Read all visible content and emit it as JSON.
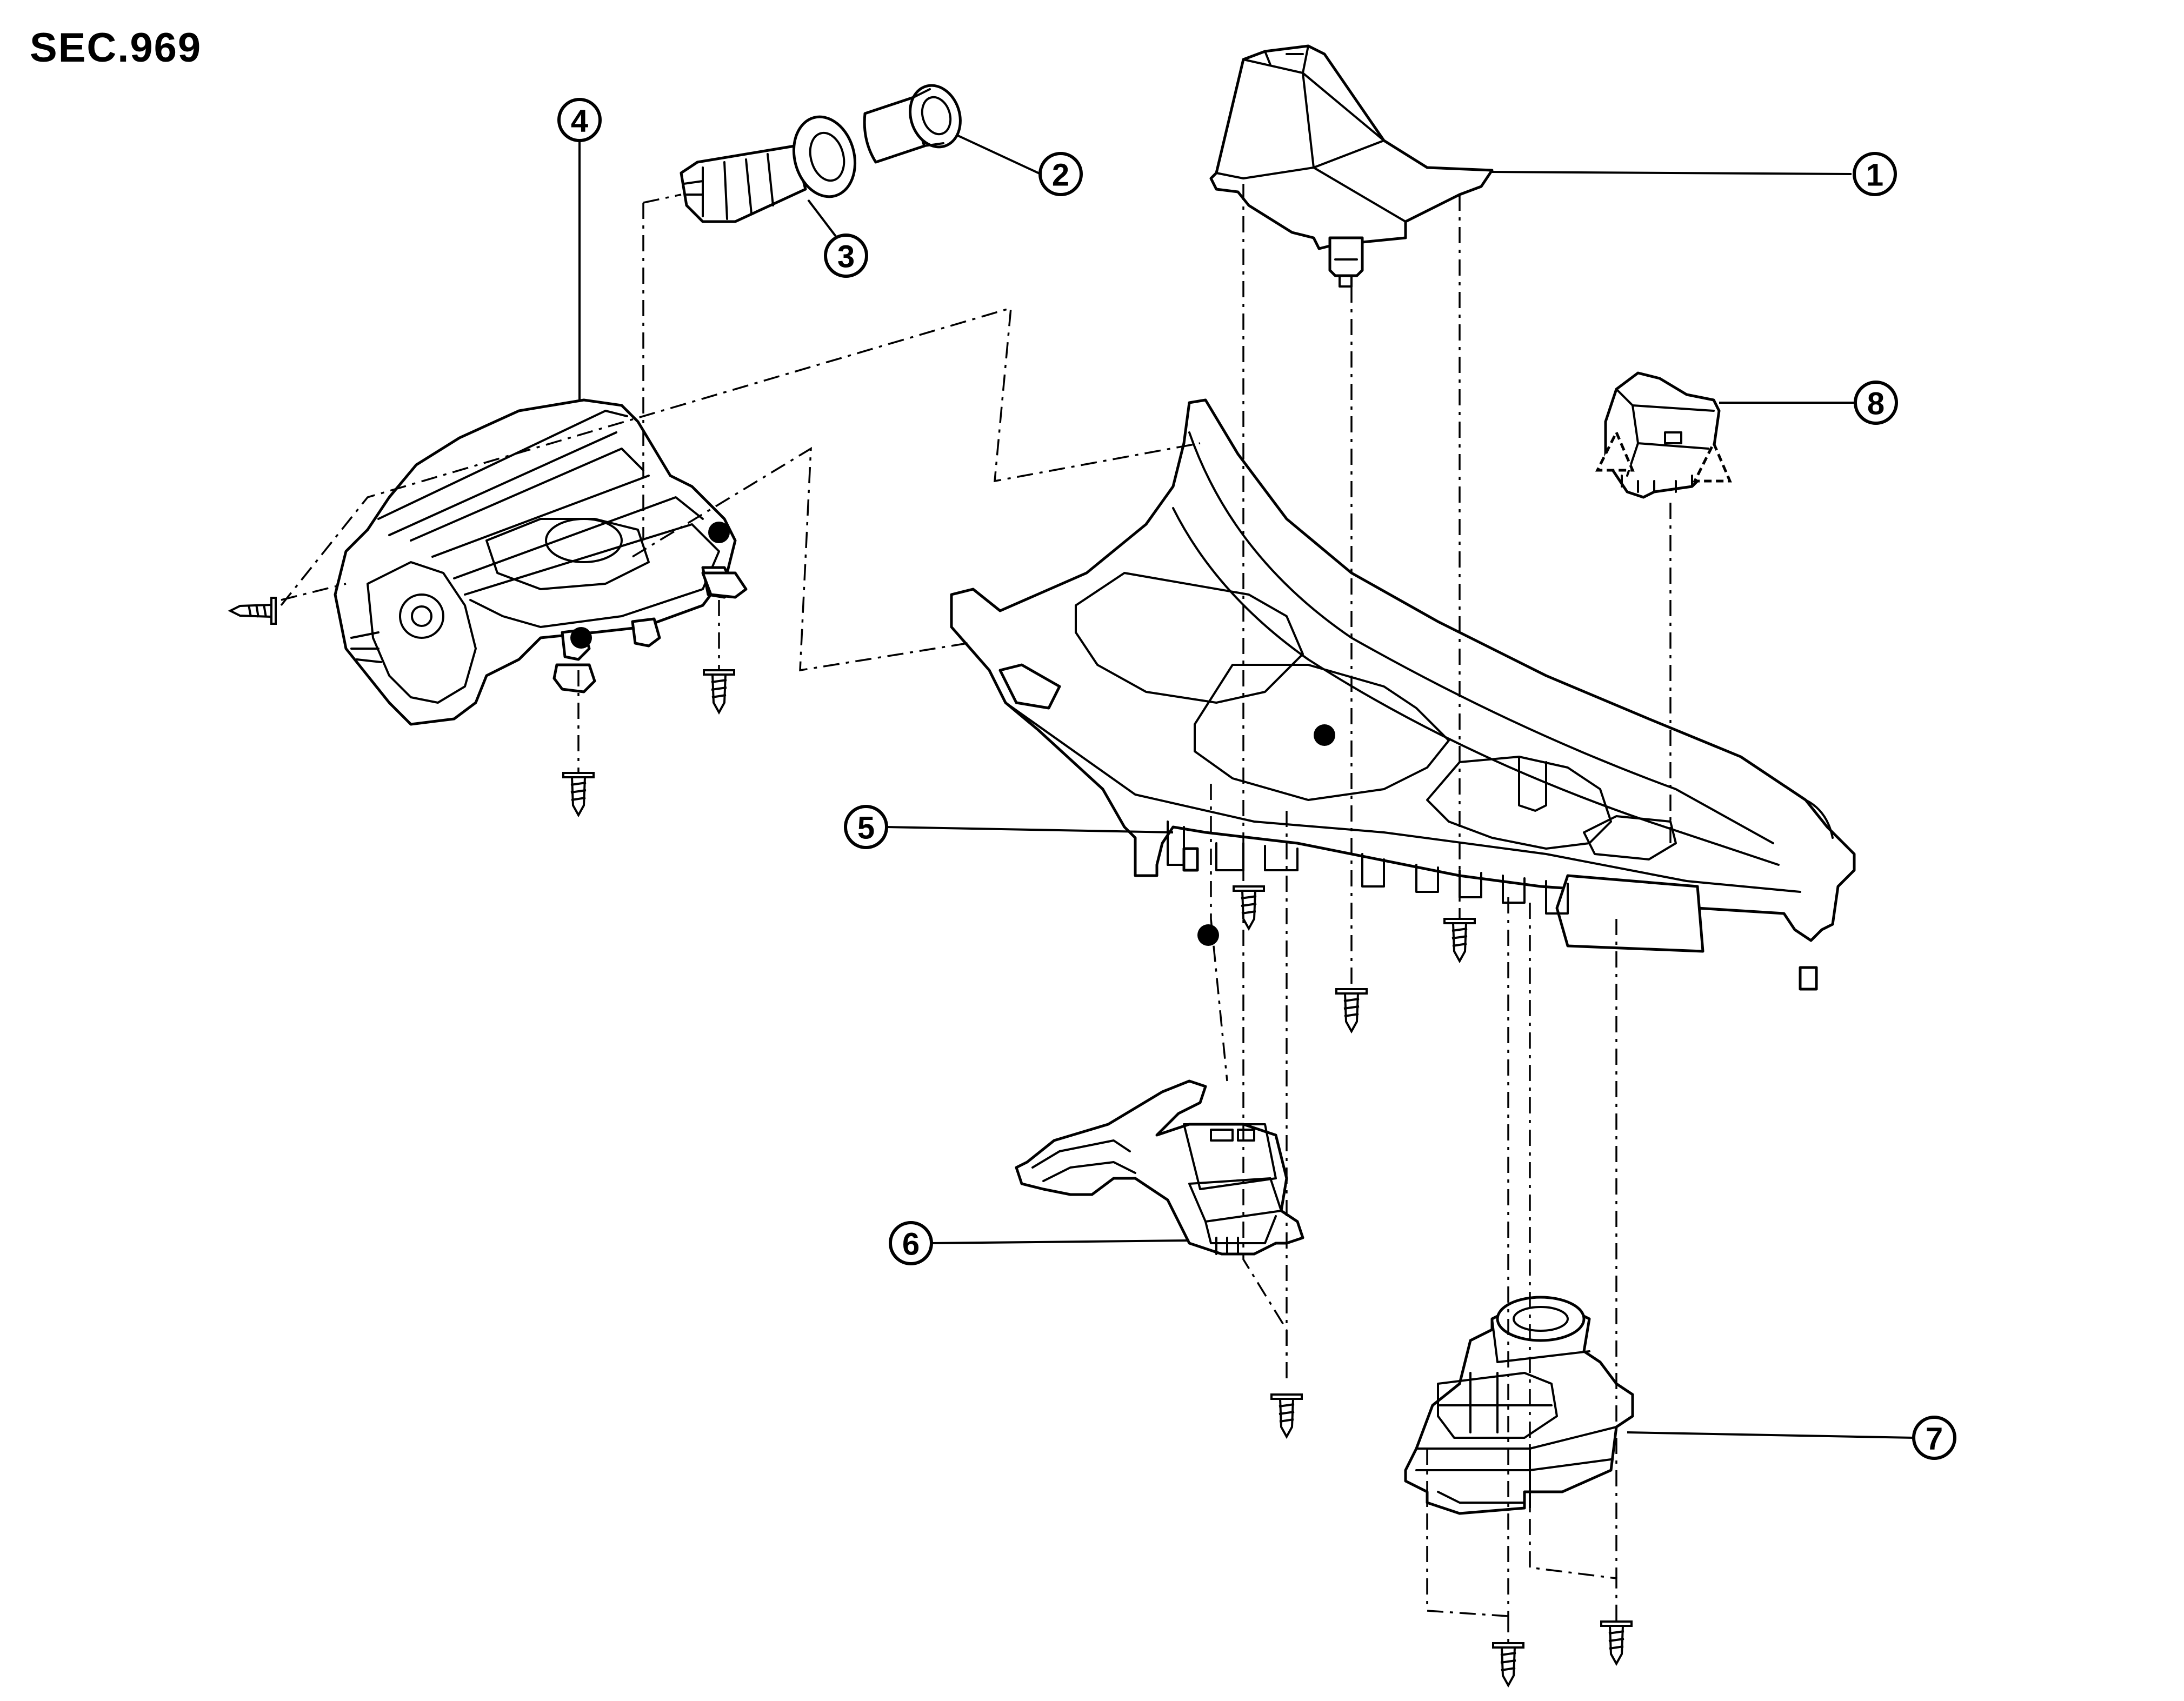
{
  "section_code": "SEC.969",
  "callouts": [
    {
      "id": 1,
      "label": "1"
    },
    {
      "id": 2,
      "label": "2"
    },
    {
      "id": 3,
      "label": "3"
    },
    {
      "id": 4,
      "label": "4"
    },
    {
      "id": 5,
      "label": "5"
    },
    {
      "id": 6,
      "label": "6"
    },
    {
      "id": 7,
      "label": "7"
    },
    {
      "id": 8,
      "label": "8"
    }
  ],
  "legend": {
    "screw_symbol": "screw-icon",
    "clip_symbol": "clip-dot-icon",
    "pawl_symbol": "pawl-triangle-icon"
  },
  "colors": {
    "line": "#000000",
    "background": "#ffffff"
  }
}
